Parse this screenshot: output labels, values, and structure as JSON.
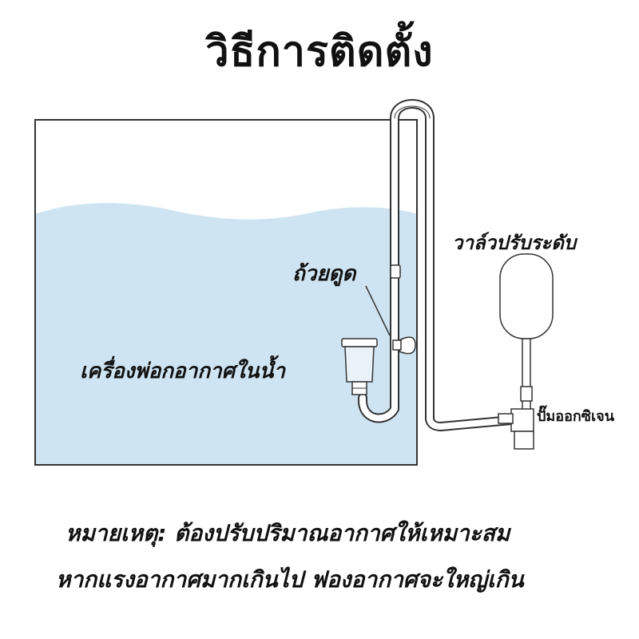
{
  "title": "วิธีการติดตั้ง",
  "labels": {
    "valve": "วาล์วปรับระดับ",
    "suction_cup": "ถ้วยดูด",
    "air_stone": "เครื่องพ่อกอากาศในน้ำ",
    "pump": "ปั๊มออกซิเจน"
  },
  "notes": {
    "line1": "หมายเหตุ: ต้องปรับปริมาณอากาศให้เหมาะสม",
    "line2": "หากแรงอากาศมากเกินไป ฟองอากาศจะใหญ่เกิน"
  },
  "colors": {
    "water": "#cfe4f2",
    "outline": "#333333",
    "tube": "#ffffff"
  }
}
